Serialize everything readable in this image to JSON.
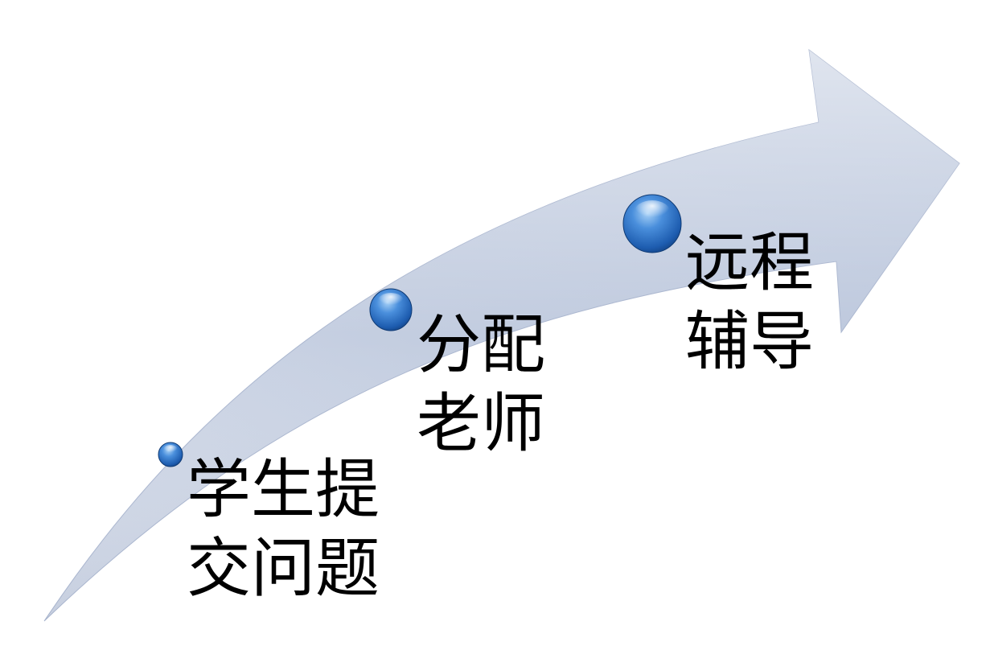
{
  "diagram": {
    "colors": {
      "arrow_light": "#dde3ef",
      "arrow_mid": "#bcc7dc",
      "arrow_dark": "#9aa9c6",
      "bead_light": "#8fc0ee",
      "bead_mid": "#2f74c8",
      "bead_dark": "#123f7e",
      "text": "#000000"
    },
    "steps": [
      {
        "line1": "学生提",
        "line2": "交问题"
      },
      {
        "line1": "分配",
        "line2": "老师"
      },
      {
        "line1": "远程",
        "line2": "辅导"
      }
    ]
  }
}
